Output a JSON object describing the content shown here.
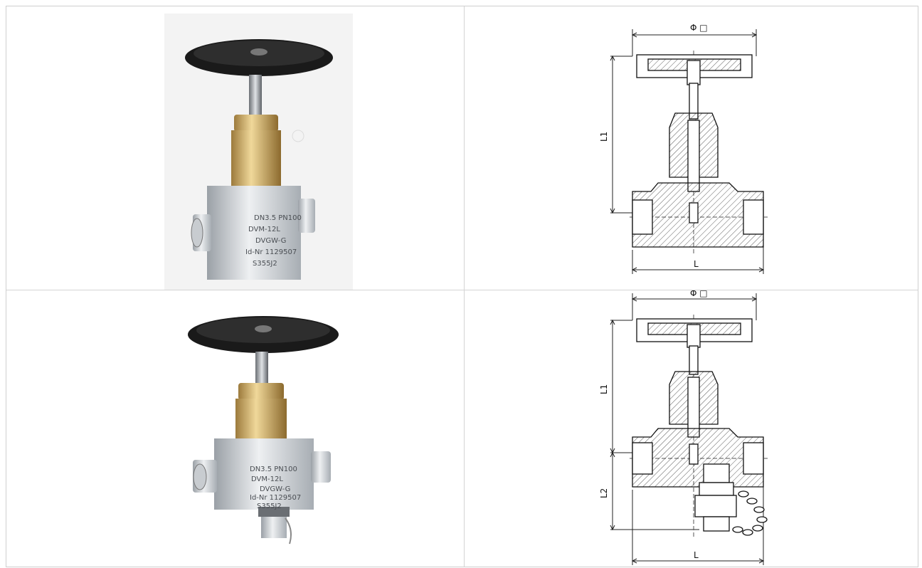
{
  "cells": [
    {
      "kind": "photo",
      "body_markings": [
        "DN3.5 PN100",
        "DVM-12L",
        "DVGW-G",
        "Id-Nr 1129507",
        "S355J2"
      ]
    },
    {
      "kind": "drawing",
      "dims": {
        "diameter": "Φ □",
        "height1": "L1",
        "length": "L"
      }
    },
    {
      "kind": "photo",
      "body_markings": [
        "DN3.5 PN100",
        "DVM-12L",
        "DVGW-G",
        "Id-Nr 1129507",
        "S355J2"
      ]
    },
    {
      "kind": "drawing",
      "dims": {
        "diameter": "Φ □",
        "height1": "L1",
        "height2": "L2",
        "length": "L"
      }
    }
  ]
}
